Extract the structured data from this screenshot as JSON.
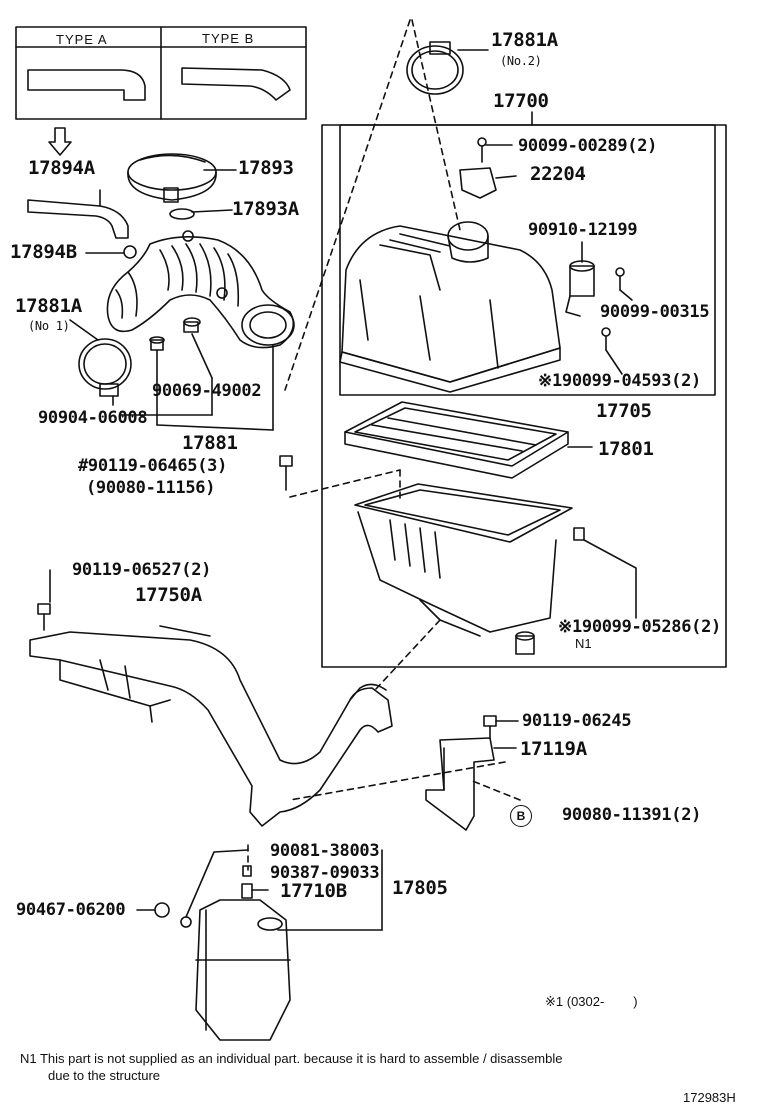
{
  "type_box": {
    "type_a": "TYPE A",
    "type_b": "TYPE B"
  },
  "labels": {
    "p17881a_no2": "17881A",
    "no2": "(No.2)",
    "p17700": "17700",
    "p90099_00289": "90099-00289(2)",
    "p22204": "22204",
    "p90910_12199": "90910-12199",
    "p90099_00315": "90099-00315",
    "p90099_04593": "※190099-04593(2)",
    "p17705": "17705",
    "p17801": "17801",
    "p17894a": "17894A",
    "p17893": "17893",
    "p17893a": "17893A",
    "p17894b": "17894B",
    "p17881a_no1": "17881A",
    "no1": "(No 1)",
    "p90069_49002": "90069-49002",
    "p90904_06008": "90904-06008",
    "p17881": "17881",
    "p90119_06465": "#90119-06465(3)",
    "p90080_11156": "(90080-11156)",
    "p90119_06527": "90119-06527(2)",
    "p17750a": "17750A",
    "p90099_05286": "※190099-05286(2)",
    "n1": "N1",
    "p90119_06245": "90119-06245",
    "p17119a": "17119A",
    "b_marker": "B",
    "p90080_11391": "90080-11391(2)",
    "p90081_38003": "90081-38003",
    "p90387_09033": "90387-09033",
    "p17710b": "17710B",
    "p17805": "17805",
    "p90467_06200": "90467-06200",
    "footnote_code": "※1 (0302-        )"
  },
  "note": {
    "line1": "N1  This part is not supplied as an individual part. because it is hard to assemble / disassemble",
    "line2": "due to the structure"
  },
  "drawing_id": "172983H"
}
